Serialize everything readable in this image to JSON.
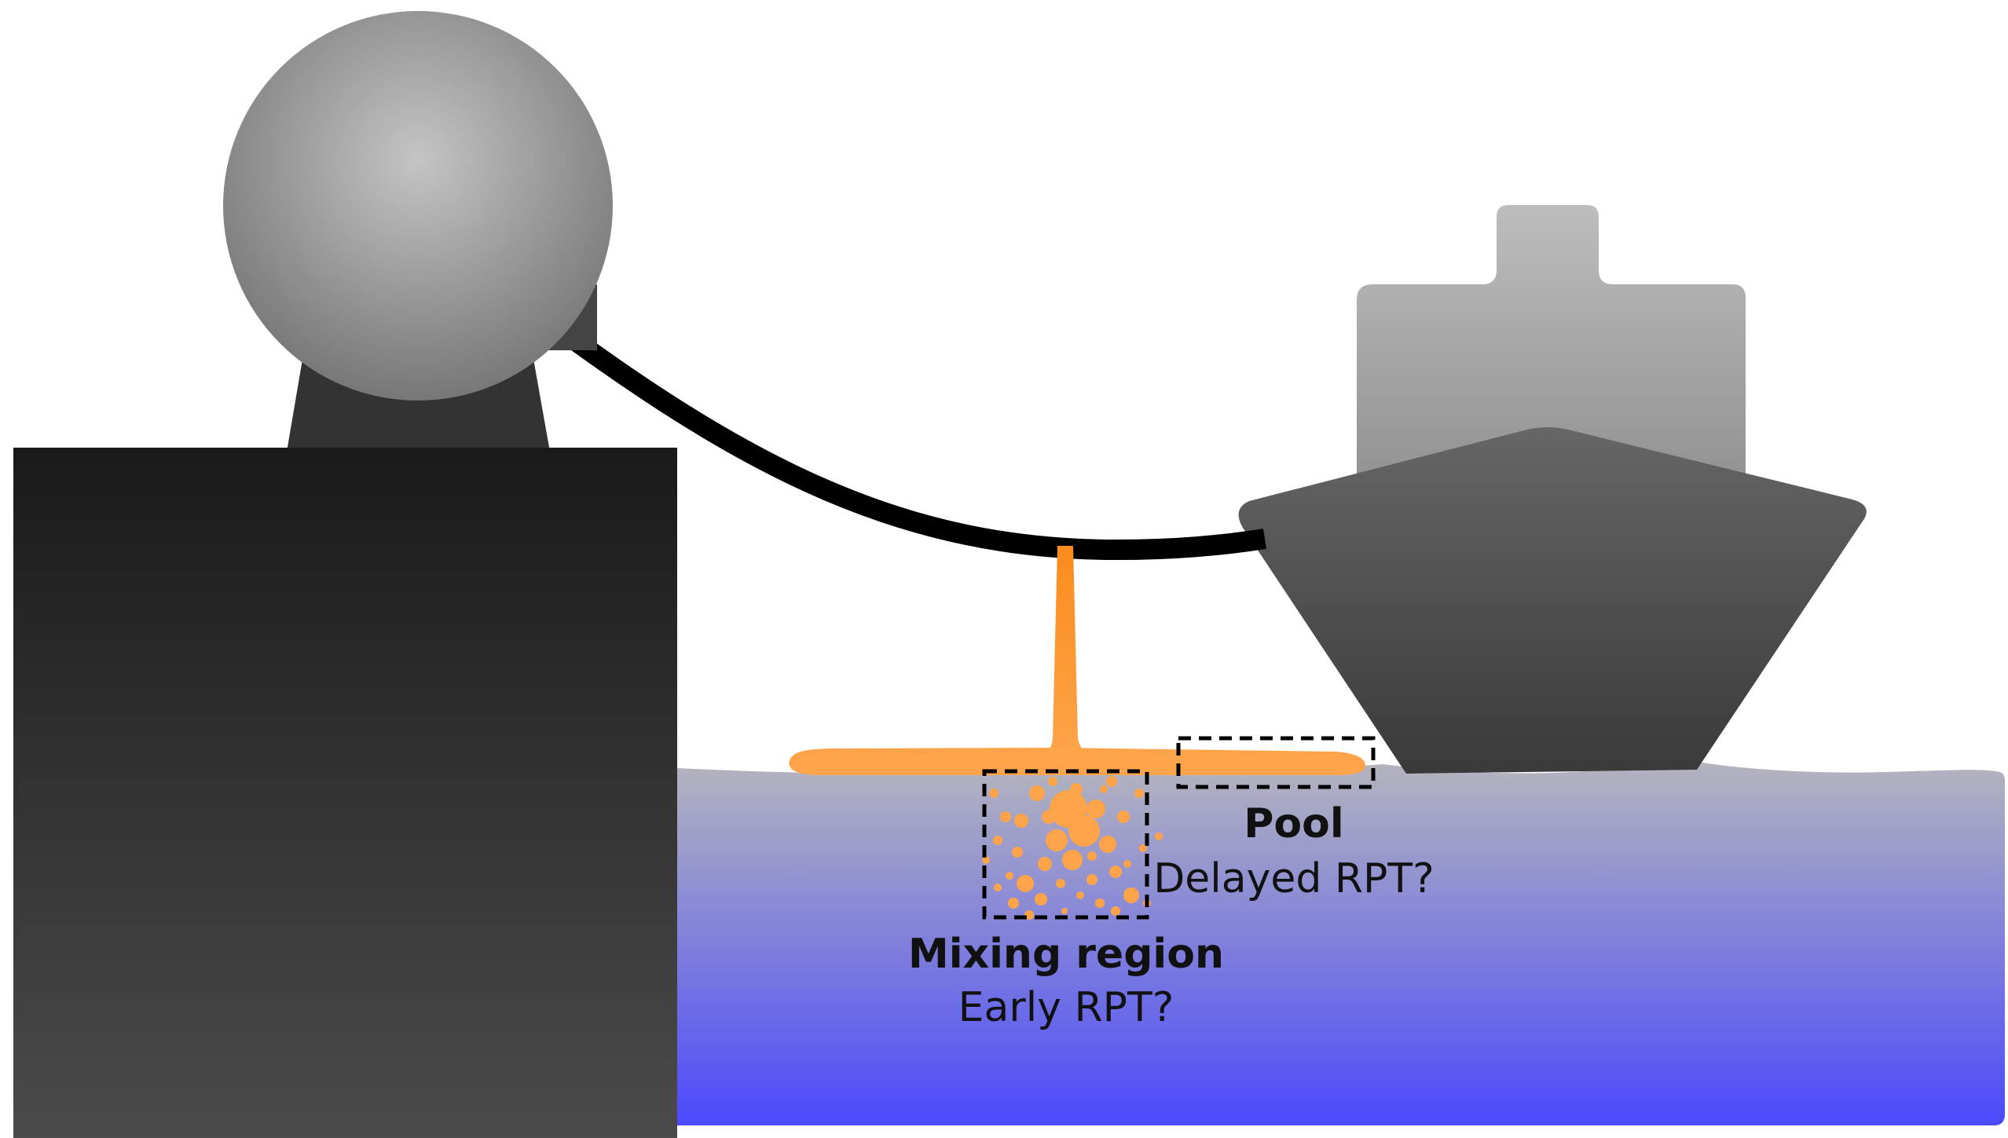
{
  "labels": {
    "mixing_title": "Mixing region",
    "mixing_subtitle": "Early RPT?",
    "pool_title": "Pool",
    "pool_subtitle": "Delayed RPT?"
  },
  "colors": {
    "lng": "#fda44a",
    "lng_jet": "#fb8c1d",
    "water_top": "#b5b5bd",
    "water_bottom": "#4a4afc",
    "pier_top": "#1a1a1a",
    "pier_bottom": "#4b4b4b",
    "hose": "#000000",
    "hull_top": "#666666",
    "hull_bottom": "#3a3a3a",
    "superstructure_top": "#bdbdbd",
    "superstructure_bottom": "#8f8f8f",
    "tank_center": "#c4c4c4",
    "tank_edge": "#777777",
    "tank_support": "#333333",
    "box_stroke": "#000000"
  },
  "icons": {
    "storage_tank": "sphere-tank-icon",
    "ship": "lng-carrier-ship-icon",
    "pier": "pier-block-icon"
  }
}
